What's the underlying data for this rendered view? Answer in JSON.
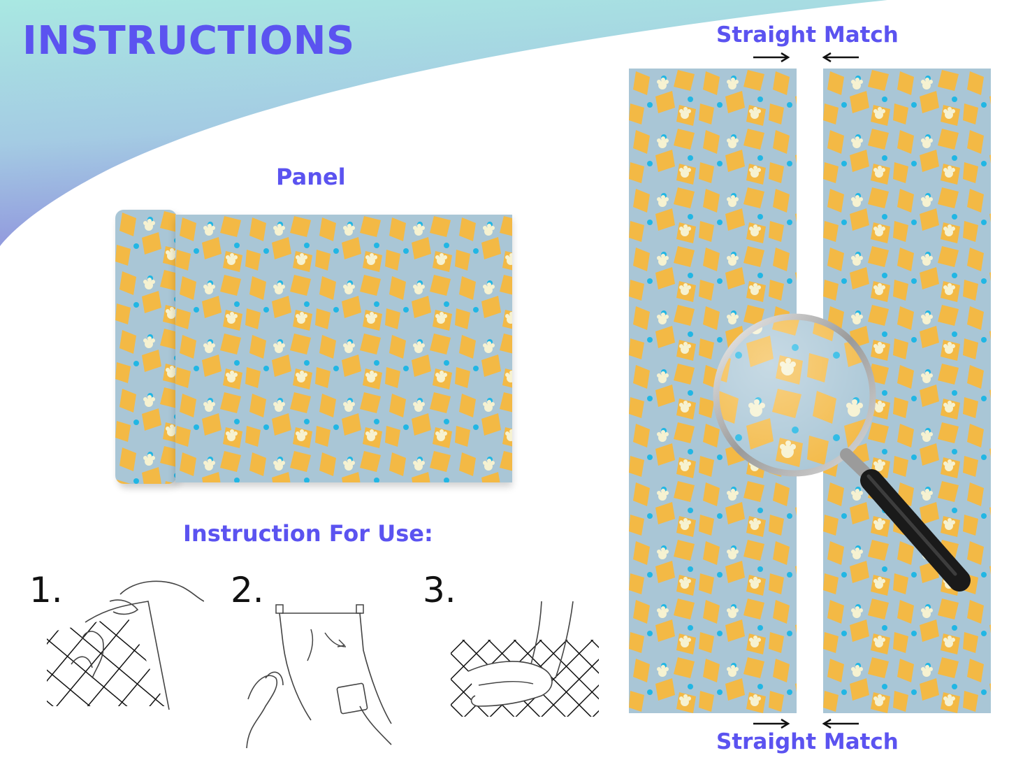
{
  "page": {
    "title": "INSTRUCTIONS",
    "panel_label": "Panel",
    "instruction_label": "Instruction For Use:"
  },
  "match": {
    "top_label": "Straight Match",
    "bottom_label": "Straight Match"
  },
  "steps": [
    {
      "number": "1."
    },
    {
      "number": "2."
    },
    {
      "number": "3."
    }
  ],
  "colors": {
    "heading": "#5b53f0",
    "wallpaper_background": "#a9c6d6",
    "diamond": "#f3b945",
    "dot": "#21b6e4",
    "character": "#f6f2d1",
    "swoosh_start": "#a9e8e2",
    "swoosh_end": "#8f93dd"
  },
  "icons": [
    "magnifying-glass-icon",
    "arrow-right-icon",
    "arrow-left-icon"
  ]
}
